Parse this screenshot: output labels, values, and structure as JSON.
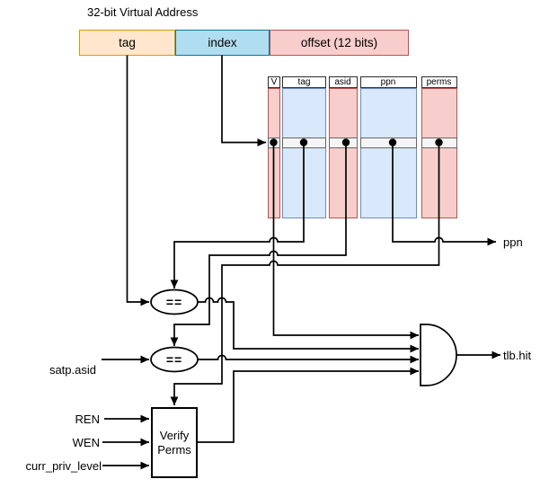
{
  "title": "32-bit Virtual Address",
  "virtual_address": {
    "fields": [
      {
        "label": "tag"
      },
      {
        "label": "index"
      },
      {
        "label": "offset (12 bits)"
      }
    ]
  },
  "tlb_table": {
    "columns": [
      {
        "header": "V"
      },
      {
        "header": "tag"
      },
      {
        "header": "asid"
      },
      {
        "header": "ppn"
      },
      {
        "header": "perms"
      }
    ]
  },
  "comparators": {
    "eq1_label": "==",
    "eq2_label": "=="
  },
  "verify_perms_box": {
    "line1": "Verify",
    "line2": "Perms"
  },
  "inputs": {
    "satp_asid": "satp.asid",
    "ren": "REN",
    "wen": "WEN",
    "curr_priv_level": "curr_priv_level"
  },
  "outputs": {
    "ppn": "ppn",
    "tlb_hit": "tlb.hit"
  },
  "colors": {
    "tag-fill": "#FFE6CC",
    "tag-stroke": "#D79B00",
    "index-fill": "#B1DDF0",
    "index-stroke": "#10739E",
    "offset-fill": "#F8CECC",
    "offset-stroke": "#B85450",
    "table-blue-fill": "#DAE8FC",
    "table-blue-stroke": "#6C8EBF",
    "table-pink-fill": "#F8CECC",
    "table-pink-stroke": "#B85450",
    "row-fill": "#F5F5F5",
    "row-stroke": "#666666",
    "wire": "#000000"
  }
}
